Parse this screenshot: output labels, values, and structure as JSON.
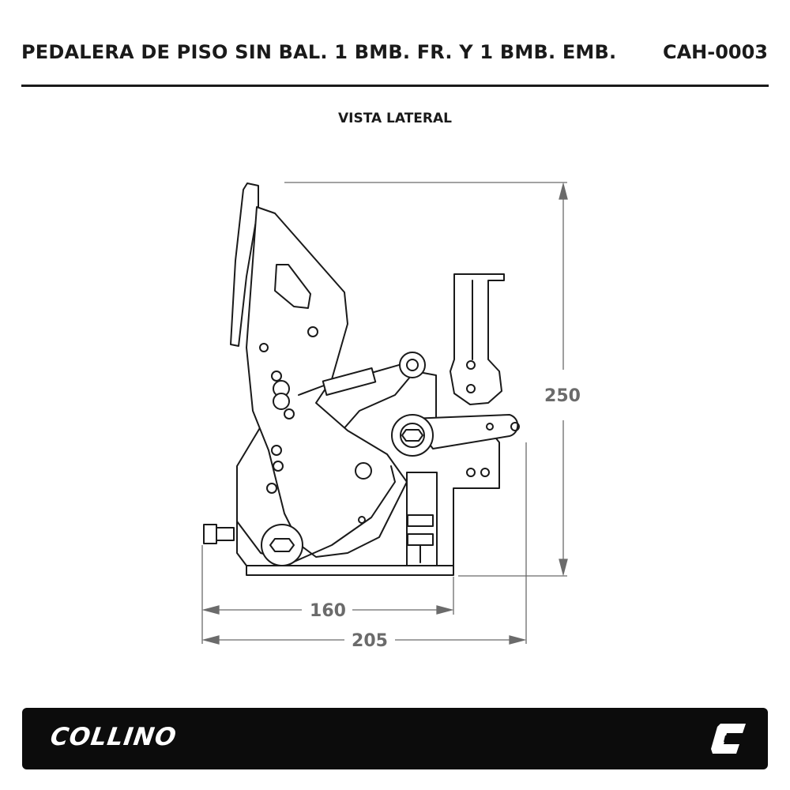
{
  "header": {
    "title": "PEDALERA DE PISO SIN BAL. 1 BMB. FR. Y 1 BMB. EMB.",
    "code": "CAH-0003"
  },
  "view": {
    "subtitle": "VISTA LATERAL"
  },
  "dimensions": {
    "height": "250",
    "width_base": "160",
    "width_total": "205"
  },
  "footer": {
    "brand": "COLLINO",
    "logo_icon": "collino-c-mark-icon"
  },
  "colors": {
    "line": "#1a1a1a",
    "dimension": "#6b6b6b",
    "footer_bg": "#0c0c0c",
    "footer_text": "#ffffff"
  }
}
